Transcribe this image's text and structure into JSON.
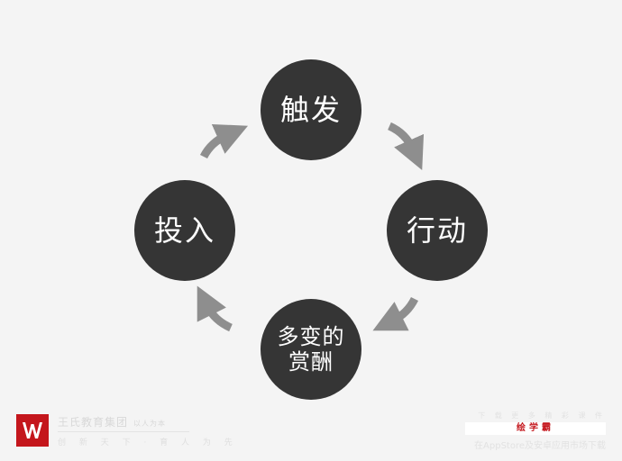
{
  "diagram": {
    "nodes": [
      {
        "id": "trigger",
        "label": "触发"
      },
      {
        "id": "action",
        "label": "行动"
      },
      {
        "id": "reward",
        "label": "多变的\n赏酬"
      },
      {
        "id": "invest",
        "label": "投入"
      }
    ],
    "flow": [
      "trigger",
      "action",
      "reward",
      "invest",
      "trigger"
    ],
    "arrow_color": "#8e8e8e",
    "node_color": "#353535"
  },
  "footer": {
    "brand_name": "王氏教育集团",
    "brand_sub": "以人为本",
    "brand_tagline": "创 新 天 下 · 育 人 为 先",
    "promo_top": "下 载 更 多 精 彩 课 件",
    "promo_app": "绘学霸",
    "promo_bottom": "在AppStore及安卓应用市场下载"
  }
}
